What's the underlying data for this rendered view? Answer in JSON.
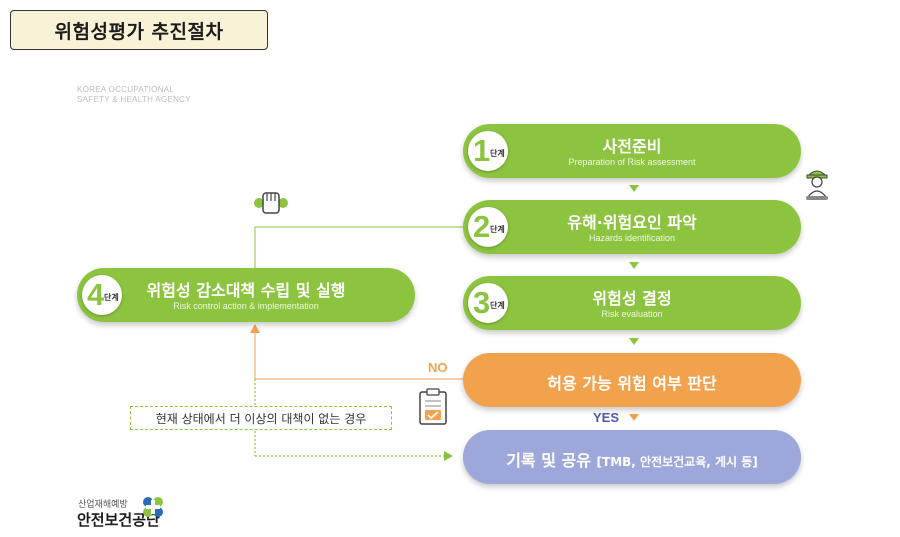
{
  "title": "위험성평가 추진절차",
  "agency": [
    "KOREA OCCUPATIONAL",
    "SAFETY & HEALTH AGENCY"
  ],
  "colors": {
    "green": "#8cc43f",
    "orange": "#f2a24c",
    "lavender": "#9ea7d9",
    "yes_text": "#4a59a8"
  },
  "unit_label": "단계",
  "steps": [
    {
      "num": "1",
      "title": "사전준비",
      "subtitle": "Preparation of Risk assessment"
    },
    {
      "num": "2",
      "title": "유해·위험요인 파악",
      "subtitle": "Hazards identification"
    },
    {
      "num": "3",
      "title": "위험성 결정",
      "subtitle": "Risk evaluation"
    },
    {
      "num": "4",
      "title": "위험성 감소대책 수립 및 실행",
      "subtitle": "Risk control action & implementation"
    }
  ],
  "decision": {
    "title": "허용 가능 위험 여부 판단"
  },
  "record": {
    "title": "기록 및 공유",
    "detail": "[TMB, 안전보건교육, 게시 등]"
  },
  "labels": {
    "no": "NO",
    "yes": "YES",
    "no_further": "현재 상태에서 더 이상의 대책이 없는 경우"
  },
  "icons": [
    "wrench-fist-icon",
    "worker-icon",
    "clipboard-check-icon",
    "kosha-logo-icon"
  ],
  "logo": {
    "small": "산업재해예방",
    "main": "안전보건공단"
  }
}
